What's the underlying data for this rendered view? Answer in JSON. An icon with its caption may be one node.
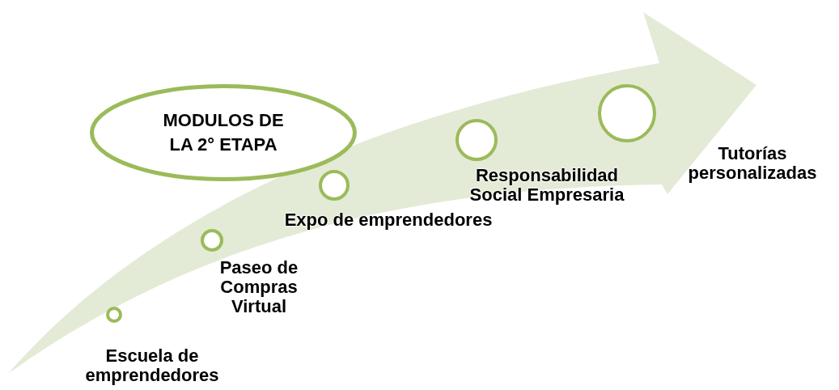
{
  "diagram": {
    "nodes": [
      {
        "text": [
          "MODULOS DE LA 2° ETAPA"
        ]
      },
      {
        "text": [],
        "shape": "circle",
        "beside": [
          "Escuela de emprendedores"
        ]
      },
      {
        "text": [],
        "shape": "circle",
        "beside": [
          "Paseo de Compras Virtual"
        ]
      },
      {
        "text": [],
        "shape": "circle",
        "beside": [
          "Expo de emprendedores"
        ]
      },
      {
        "text": [],
        "shape": "circle",
        "beside": [
          "Responsabilidad Social Empresaria"
        ]
      },
      {
        "text": [],
        "shape": "circle",
        "beside": [
          "Tutorías personalizadas"
        ]
      }
    ]
  }
}
